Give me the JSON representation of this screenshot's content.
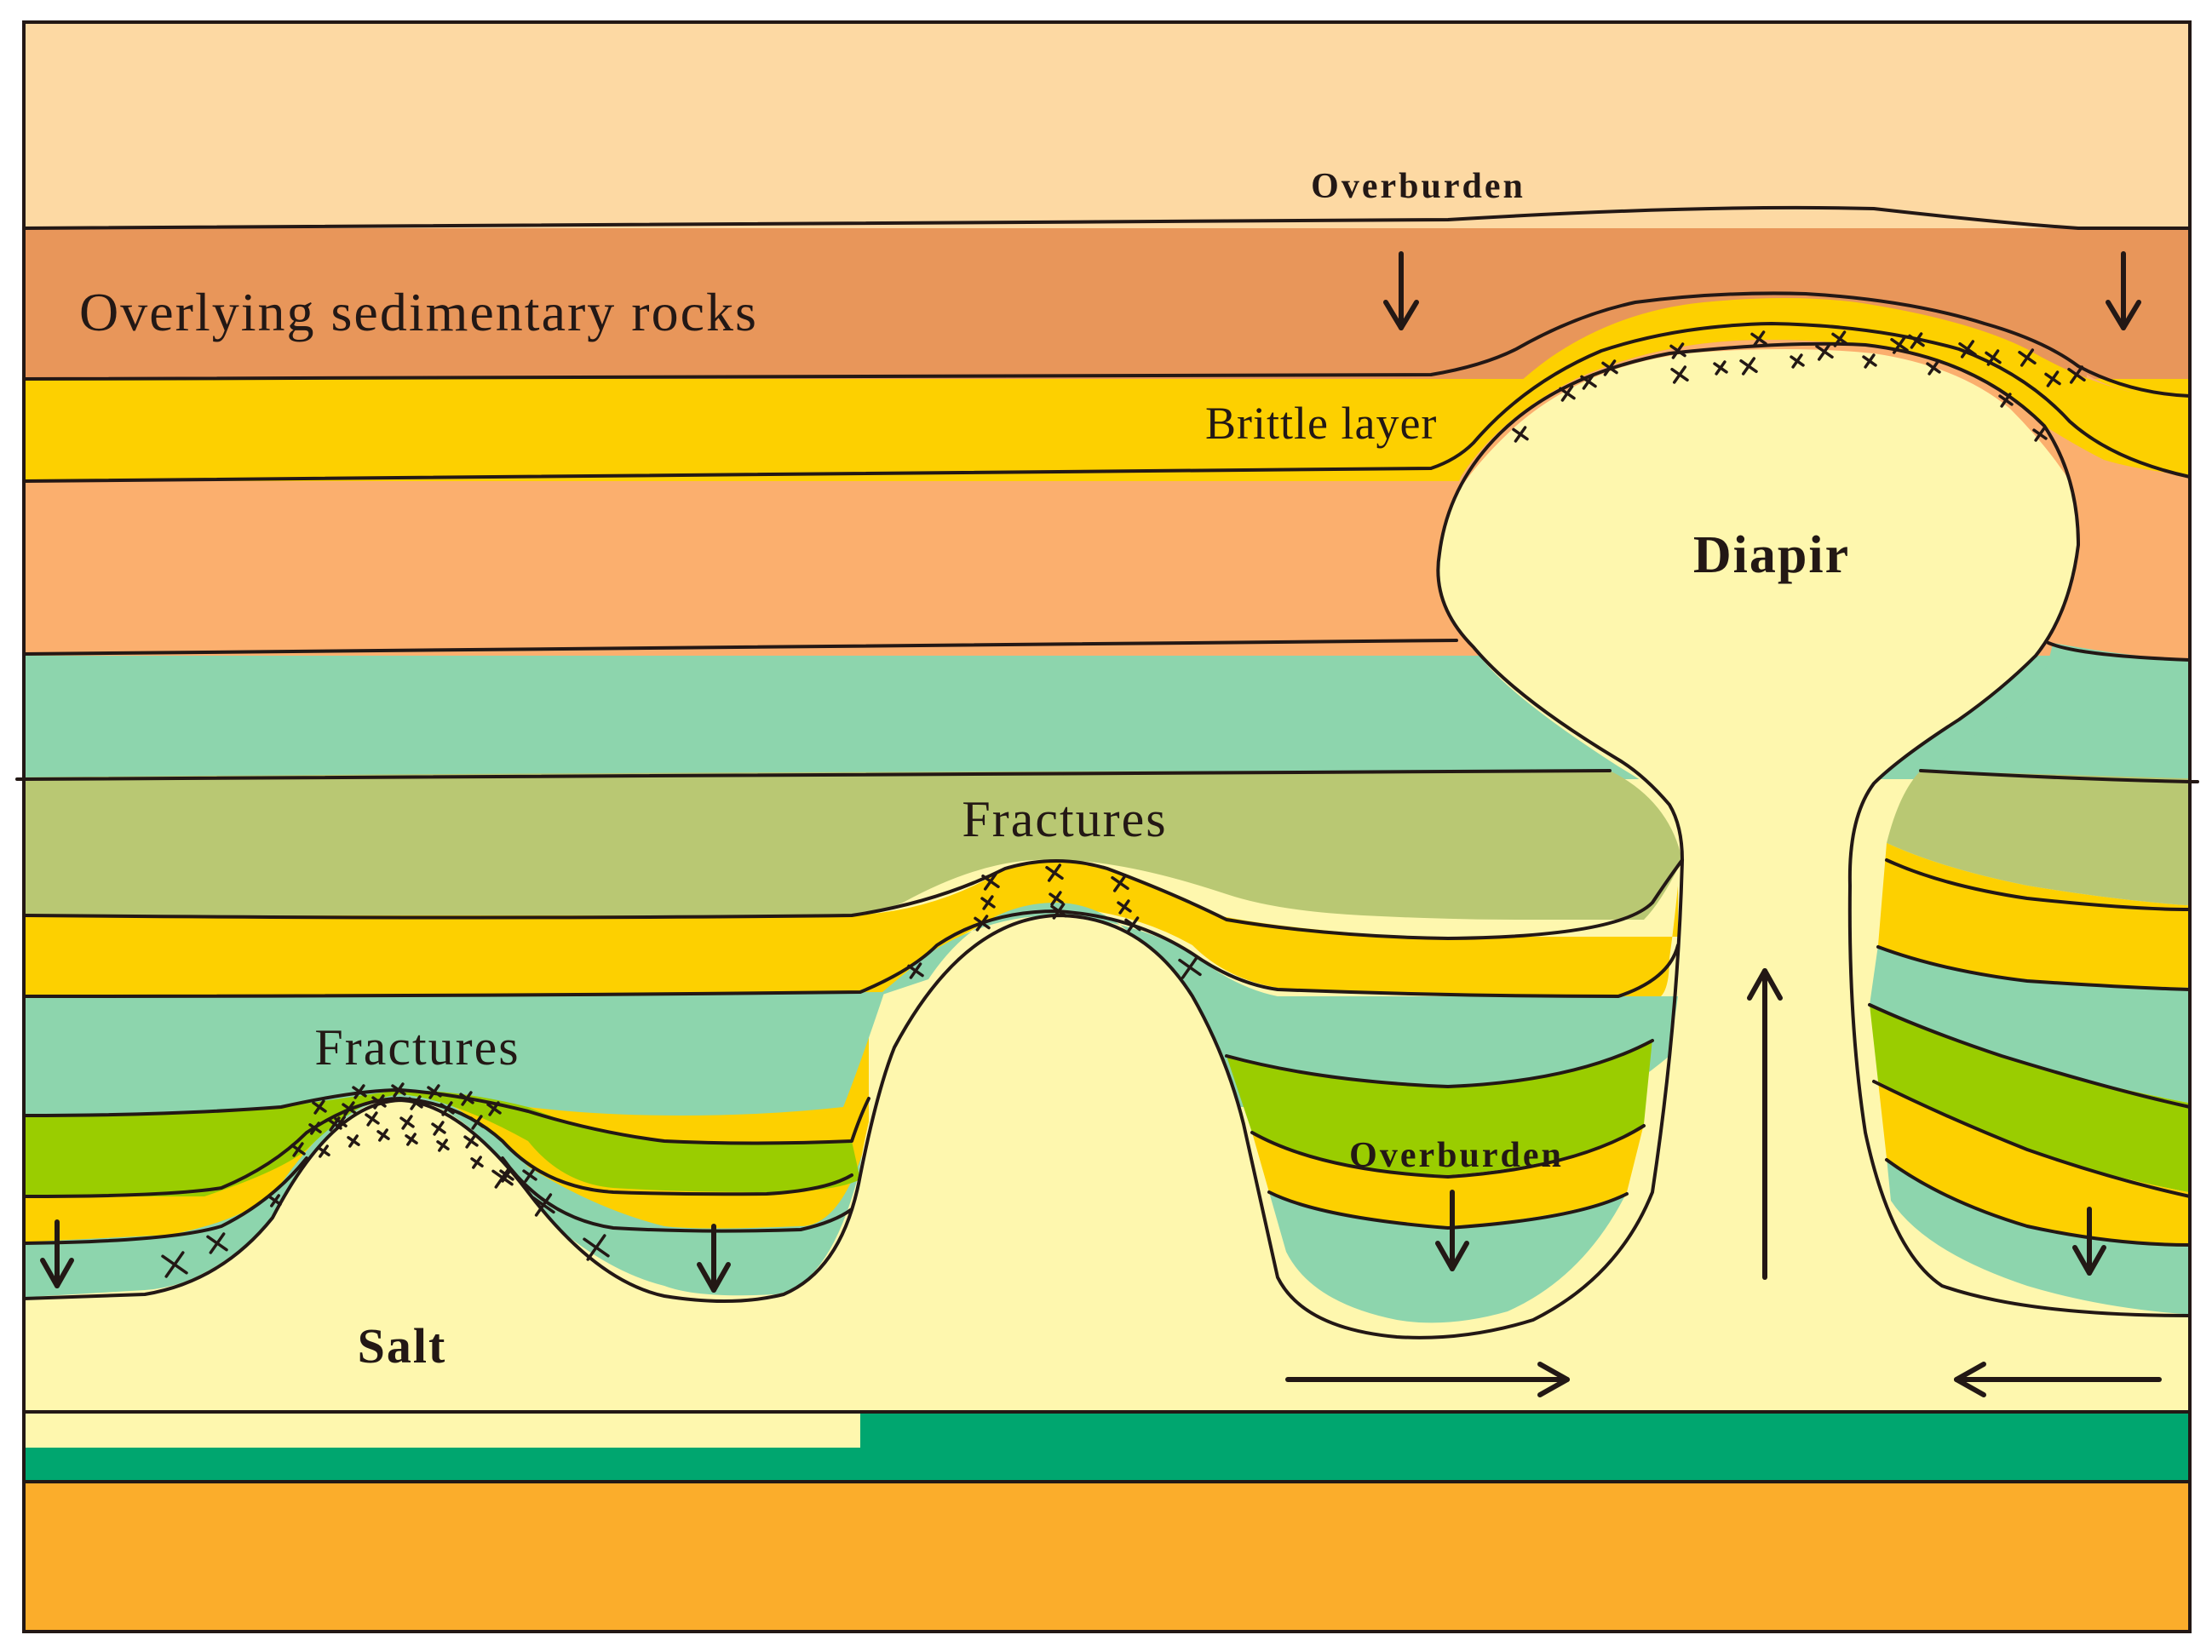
{
  "labels": {
    "overburden_top": "Overburden",
    "overlying_rocks": "Overlying sedimentary rocks",
    "brittle_layer": "Brittle layer",
    "diapir": "Diapir",
    "fractures_mid": "Fractures",
    "fractures_left": "Fractures",
    "overburden_lower": "Overburden",
    "salt": "Salt"
  },
  "colors": {
    "top_layer": "#FDD9A3",
    "overlying_rocks": "#E8965A",
    "brittle_yellow": "#FDD000",
    "peach": "#FBAF6E",
    "teal": "#8DD5AD",
    "olive": "#B9C873",
    "lime": "#9ACD00",
    "salt": "#FEF7AE",
    "dark_green": "#00A66F",
    "basement_orange": "#FBAD2B",
    "line": "#231815"
  }
}
